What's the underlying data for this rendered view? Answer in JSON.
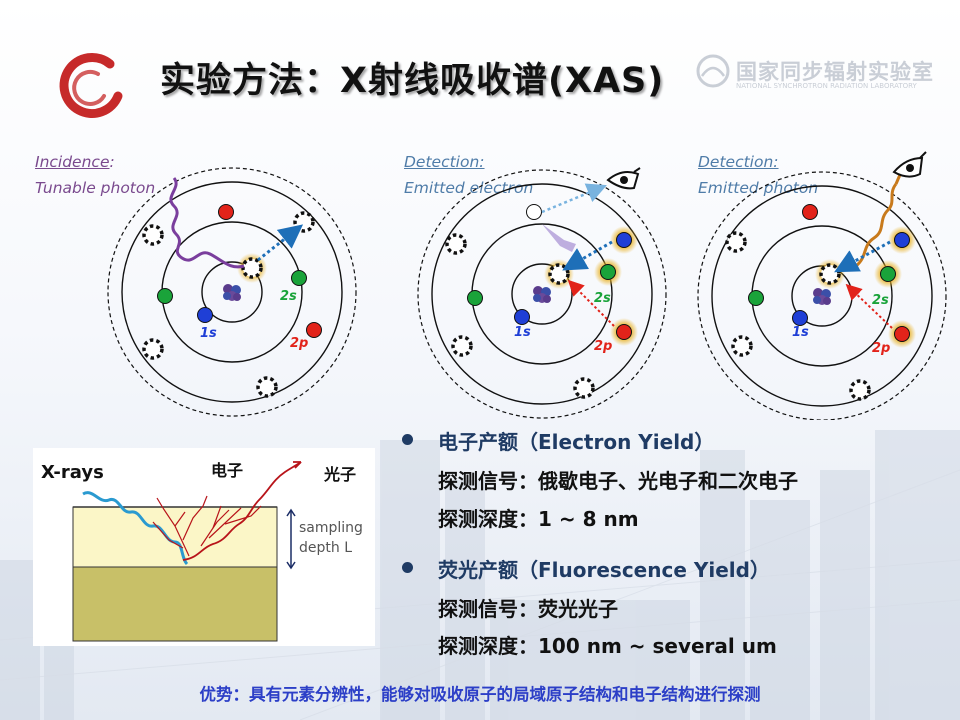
{
  "title": "实验方法：X射线吸收谱(XAS)",
  "org": {
    "name_cn": "国家同步辐射实验室",
    "name_en": "NATIONAL SYNCHROTRON RADIATION LABORATORY"
  },
  "panels": [
    {
      "label": "Incidence",
      "suffix": ":",
      "sub": "Tunable photon"
    },
    {
      "label": "Detection:",
      "suffix": "",
      "sub": "Emitted electron"
    },
    {
      "label": "Detection:",
      "suffix": "",
      "sub": "Emitted photon"
    }
  ],
  "orbitals": {
    "inner": "1s",
    "mid": "2s",
    "outer": "2p"
  },
  "electron_yield_diagram": {
    "xrays": "X-rays",
    "electron": "电子",
    "photon": "光子",
    "sampling": "sampling",
    "depth": "depth L"
  },
  "methods": [
    {
      "title": "电子产额（Electron Yield）",
      "signal": "探测信号：俄歇电子、光电子和二次电子",
      "depth": "探测深度：1 ~ 8 nm"
    },
    {
      "title": "荧光产额（Fluorescence Yield）",
      "signal": "探测信号：荧光光子",
      "depth": "探测深度：100 nm ~ several um"
    }
  ],
  "advantage": "优势：具有元素分辨性，能够对吸收原子的局域原子结构和电子结构进行探测",
  "colors": {
    "logo": "#c62a2a",
    "photon_wave": "#7a3e9d",
    "electron_red": "#e2231a",
    "electron_green": "#1aa33a",
    "electron_blue": "#1f3fd6",
    "accent_blue": "#2c3fc7",
    "fluor_wave": "#c87a1c"
  }
}
